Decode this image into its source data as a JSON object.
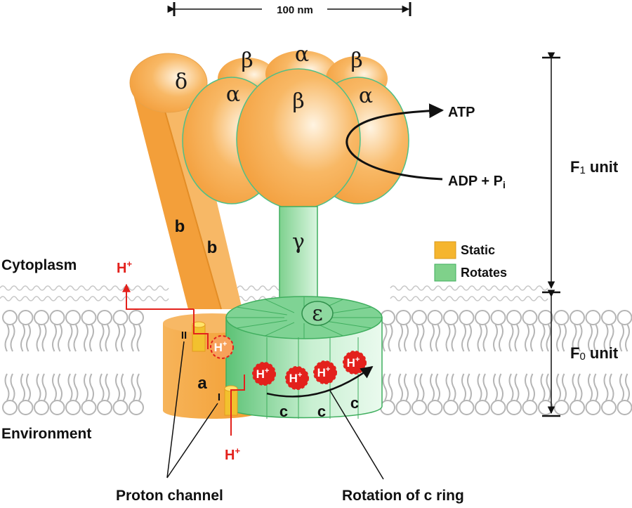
{
  "scale_bar": {
    "label": "100 nm"
  },
  "subunits": {
    "delta": "δ",
    "beta_back_left": "β",
    "alpha_back_center": "α",
    "beta_back_right": "β",
    "alpha_front_left": "α",
    "beta_front_center": "β",
    "alpha_front_right": "α",
    "gamma": "γ",
    "epsilon": "ε",
    "b1": "b",
    "b2": "b",
    "a": "a",
    "c1": "c",
    "c2": "c",
    "c3": "c",
    "channel_upper": "II",
    "channel_lower": "I"
  },
  "reaction": {
    "product": "ATP",
    "substrates": "ADP + P",
    "substrate_subscript": "i"
  },
  "units": {
    "f1_main": "F",
    "f1_sub": "1",
    "f1_rest": " unit",
    "f0_main": "F",
    "f0_sub": "0",
    "f0_rest": " unit"
  },
  "legend": {
    "static_label": "Static",
    "rotates_label": "Rotates"
  },
  "regions": {
    "cytoplasm": "Cytoplasm",
    "environment": "Environment"
  },
  "protons": {
    "symbol": "H",
    "charge": "+"
  },
  "annotations": {
    "proton_channel": "Proton channel",
    "rotation": "Rotation of c ring"
  },
  "colors": {
    "static": "#f5b52e",
    "rotates": "#7fd18a",
    "orange": "#f6a23d",
    "orange_dark": "#e58a22",
    "green_light": "#c8efd0",
    "green_dark": "#3fae5e",
    "proton_red": "#e3211c",
    "membrane": "#b9b9b9"
  }
}
